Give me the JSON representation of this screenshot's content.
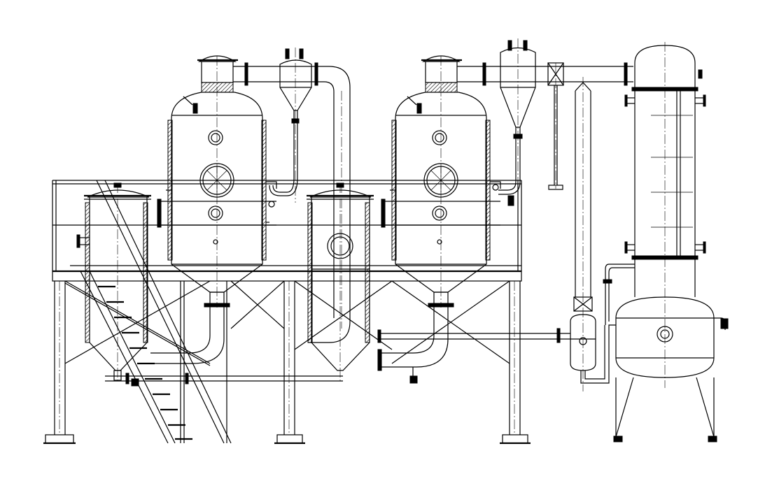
{
  "drawing": {
    "colors": {
      "line": "#000000",
      "background": "#ffffff"
    },
    "components": [
      "evaporator-1",
      "separator-1",
      "cyclone-separator-1",
      "evaporator-2",
      "separator-2",
      "cyclone-separator-2",
      "condenser-column",
      "receiver-tank",
      "hotwell",
      "vapor-pipe",
      "support-frame",
      "access-ladder"
    ]
  }
}
